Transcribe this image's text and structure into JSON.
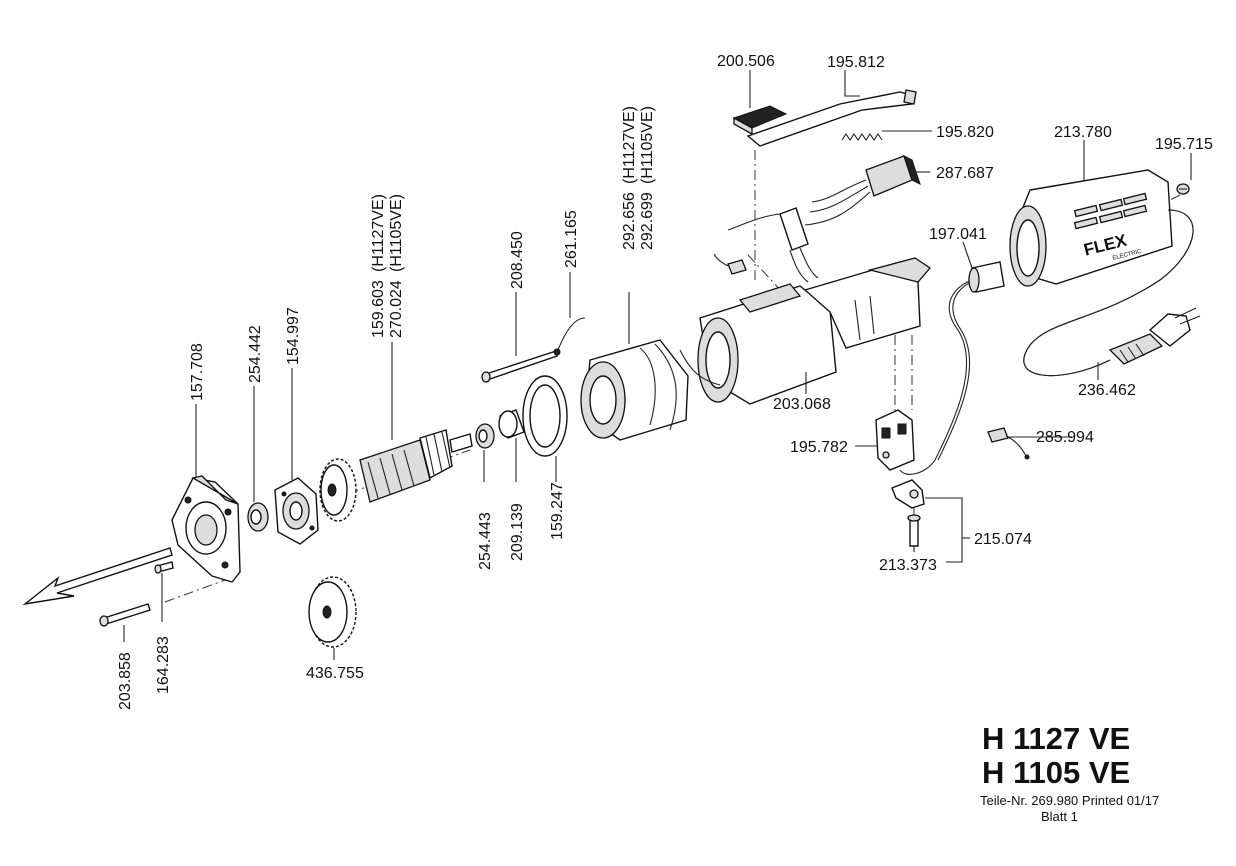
{
  "parts": {
    "p200506": "200.506",
    "p195812": "195.812",
    "p195820": "195.820",
    "p213780": "213.780",
    "p195715": "195.715",
    "p287687": "287.687",
    "p197041": "197.041",
    "p236462": "236.462",
    "p203068": "203.068",
    "p285994": "285.994",
    "p195782": "195.782",
    "p215074": "215.074",
    "p213373": "213.373",
    "p292656": "292.656",
    "p292656_model": "(H1127VE)",
    "p292699": "292.699",
    "p292699_model": "(H1105VE)",
    "p261165": "261.165",
    "p208450": "208.450",
    "p159603": "159.603",
    "p159603_model": "(H1127VE)",
    "p270024": "270.024",
    "p270024_model": "(H1105VE)",
    "p154997": "154.997",
    "p254442": "254.442",
    "p157708": "157.708",
    "p254443": "254.443",
    "p209139": "209.139",
    "p159247": "159.247",
    "p436755": "436.755",
    "p203858": "203.858",
    "p164283": "164.283"
  },
  "brand": "FLEX",
  "brand_sub": "ELECTRIC",
  "title": {
    "model_1": "H 1127 VE",
    "model_2": "H 1105 VE"
  },
  "footer": {
    "part_no": "Teile-Nr. 269.980  Printed 01/17",
    "sheet": "Blatt 1"
  }
}
